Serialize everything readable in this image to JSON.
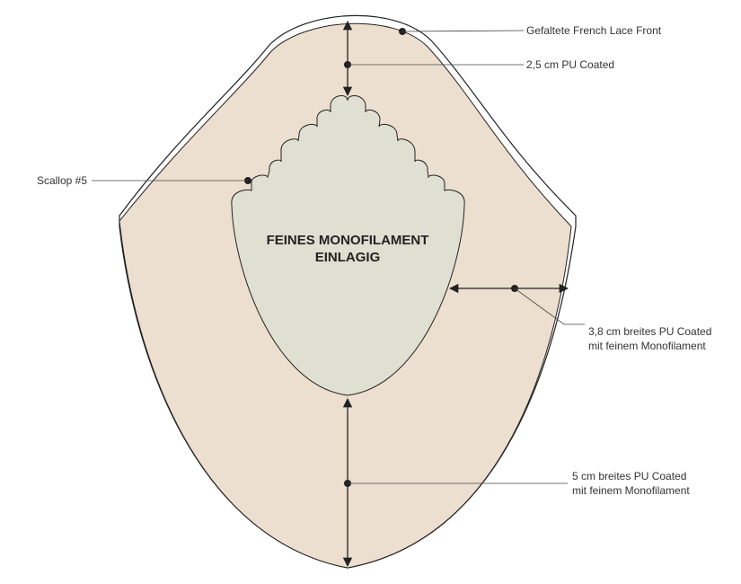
{
  "colors": {
    "outer_fill": "#ecdfcf",
    "inner_fill": "#e0e0d2",
    "line": "#222222",
    "leader": "#444444"
  },
  "center_text": {
    "line1": "FEINES MONOFILAMENT",
    "line2": "EINLAGIG"
  },
  "labels": {
    "lace_front": "Gefaltete French Lace Front",
    "pu_top": "2,5 cm PU Coated",
    "scallop": "Scallop #5",
    "side_line1": "3,8 cm breites PU Coated",
    "side_line2": "mit feinem Monofilament",
    "bottom_line1": "5 cm breites PU Coated",
    "bottom_line2": "mit feinem Monofilament"
  }
}
